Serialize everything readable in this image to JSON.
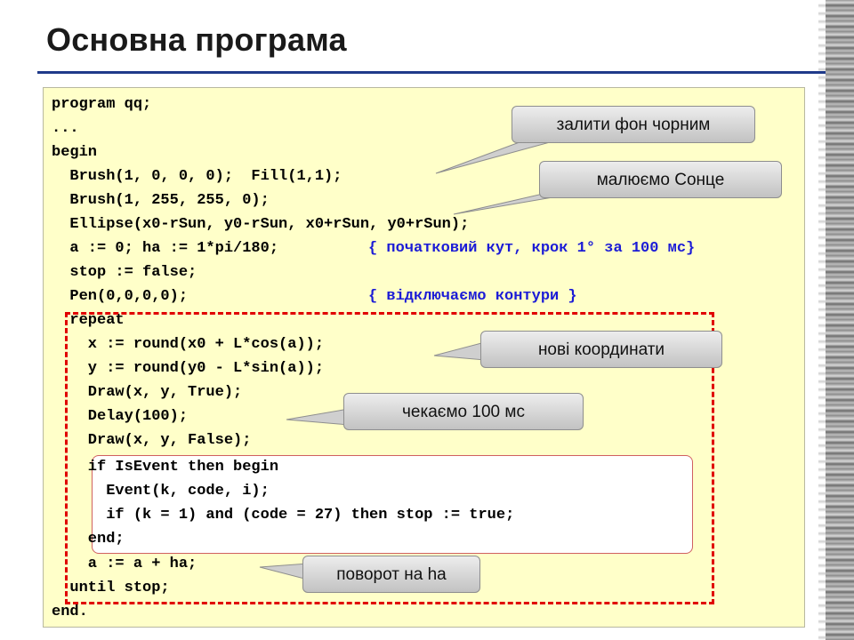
{
  "slide": {
    "title": "Основна програма"
  },
  "code": {
    "lines": [
      "program qq;",
      "...",
      "begin",
      "  Brush(1, 0, 0, 0);  Fill(1,1);",
      "  Brush(1, 255, 255, 0);",
      "  Ellipse(x0-rSun, y0-rSun, x0+rSun, y0+rSun);",
      "  a := 0; ha := 1*pi/180;",
      "  stop := false;",
      "  Pen(0,0,0,0);",
      "  repeat",
      "    x := round(x0 + L*cos(a));",
      "    y := round(y0 - L*sin(a));",
      "    Draw(x, y, True);",
      "    Delay(100);",
      "    Draw(x, y, False);",
      "    if IsEvent then begin",
      "      Event(k, code, i);",
      "      if (k = 1) and (code = 27) then stop := true;",
      "    end;",
      "    a := a + ha;",
      "  until stop;",
      "end."
    ],
    "comments": {
      "initial_angle": "{ початковий кут, крок 1° за 100 мс}",
      "disable_outlines": "{ відключаємо контури }"
    }
  },
  "callouts": {
    "fill_black": "залити фон чорним",
    "draw_sun": "малюємо Сонце",
    "new_coords": "нові координати",
    "wait_100ms": "чекаємо 100 мс",
    "rotate_ha": "поворот на ha"
  },
  "colors": {
    "code_background": "#ffffc9",
    "comment_text": "#1b1bd6",
    "loop_frame": "#e00000",
    "title_rule": "#1f3a8a"
  }
}
